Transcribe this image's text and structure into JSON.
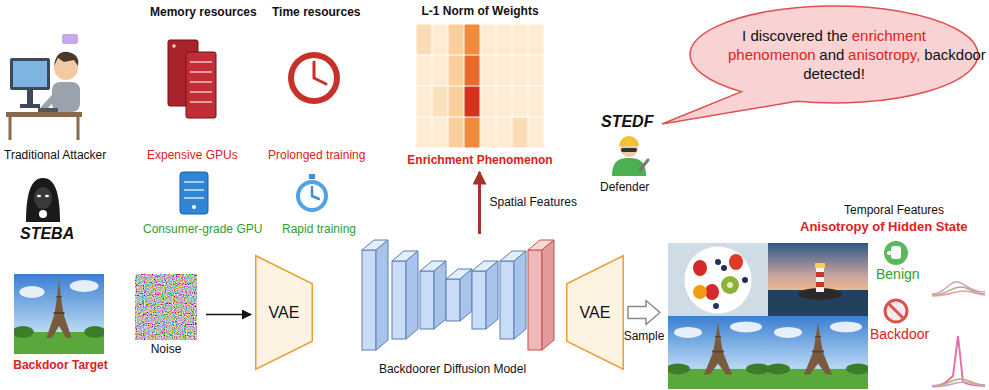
{
  "diagram": {
    "nodes": [
      {
        "text": [
          "Backdoor Target"
        ]
      },
      {
        "text": [
          "Noise"
        ]
      },
      {
        "text": [
          "VAE"
        ]
      },
      {
        "text": [
          "Backdoorer Diffusion Model"
        ]
      },
      {
        "text": [
          "VAE"
        ]
      },
      {
        "text": [
          "L-1 Norm of Weights",
          "Enrichment Phenomenon"
        ]
      },
      {
        "text": [
          "Temporal Features",
          "Anisotropy of Hidden State",
          "Benign",
          "Backdoor"
        ]
      },
      {
        "text": [
          "I discovered the",
          "enrichment phenomenon",
          "and",
          "anisotropy,",
          "backdoor detected!"
        ]
      }
    ],
    "edges": [
      {
        "from": 1,
        "to": 2,
        "arrow": "to"
      },
      {
        "from": 3,
        "to": 5,
        "label": "Spatial Features",
        "arrow": "to"
      },
      {
        "from": 4,
        "to": 6,
        "label": "Sample",
        "arrow": "to"
      }
    ],
    "labels": [
      "Memory resources",
      "Time resources",
      "Traditional Attacker",
      "Expensive GPUs",
      "Prolonged training",
      "STEBA",
      "Consumer-grade GPU",
      "Rapid training",
      "STEDF",
      "Defender"
    ]
  }
}
